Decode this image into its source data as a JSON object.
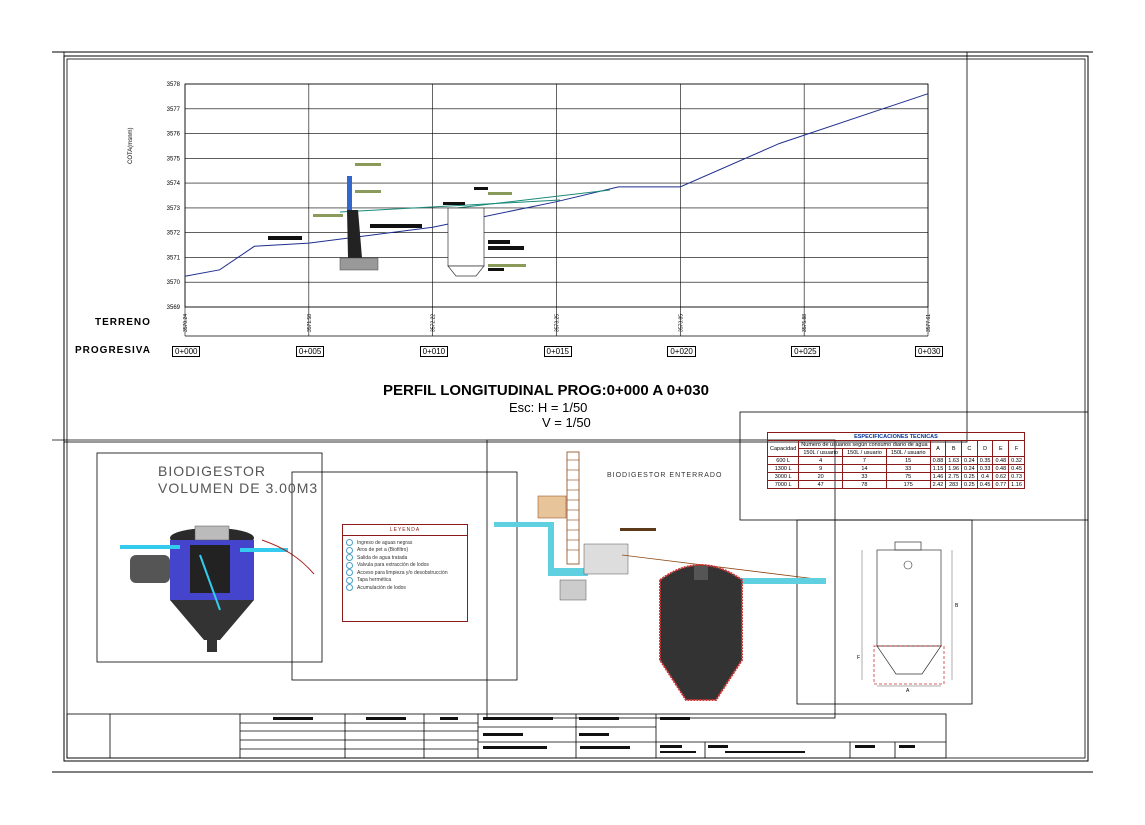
{
  "chart_data": {
    "type": "line",
    "title": "PERFIL LONGITUDINAL PROG:0+000 A 0+030",
    "scale_h": "Esc:  H = 1/50",
    "scale_v": "V = 1/50",
    "ylabel": "COTA(msnm)",
    "ylim": [
      3569,
      3578
    ],
    "y_ticks": [
      "3569",
      "3570",
      "3571",
      "3572",
      "3573",
      "3574",
      "3575",
      "3576",
      "3577",
      "3578"
    ],
    "row_labels": {
      "terreno": "TERRENO",
      "progresiva": "PROGRESIVA"
    },
    "progresivas": [
      "0+000",
      "0+005",
      "0+010",
      "0+015",
      "0+020",
      "0+025",
      "0+030"
    ],
    "terreno_values": [
      "3570.24",
      "3571.58",
      "3572.22",
      "3573.25",
      "3573.85",
      "3575.88",
      "3577.61"
    ],
    "series": [
      {
        "x": [
          0,
          1.4,
          2.8,
          5,
          10,
          15,
          17.5,
          20,
          24,
          30
        ],
        "y": [
          3570.24,
          3570.5,
          3571.45,
          3571.58,
          3572.22,
          3573.25,
          3573.85,
          3573.85,
          3575.6,
          3577.61
        ]
      }
    ],
    "grid": true
  },
  "biodigestor": {
    "title_line1": "BIODIGESTOR",
    "title_line2": "VOLUMEN DE 3.00M3"
  },
  "legend": {
    "header": "LEYENDA",
    "items": [
      "Ingreso de aguas negras",
      "Aros de pet a (Biofiltro)",
      "Salida de agua tratada",
      "Valvula para extracción de lodos",
      "Acceso para limpieza y/o desobstrucción",
      "Tapa hermética",
      "Acumulación de lodos"
    ]
  },
  "enterrado_label": "BIODIGESTOR ENTERRADO",
  "specs": {
    "header": "ESPECIFICACIONES TECNICAS",
    "col_capacidad": "Capacidad",
    "col_usuarios": "Numero de usuarios según consumo diario de agua",
    "sub_cols": [
      "150L / usuario",
      "150L / usuario",
      "150L / usuario"
    ],
    "letters": [
      "A",
      "B",
      "C",
      "D",
      "E",
      "F"
    ],
    "rows": [
      [
        "600 L",
        "4",
        "7",
        "15",
        "0.88",
        "1.63",
        "0.24",
        "0.35",
        "0.48",
        "0.32"
      ],
      [
        "1300 L",
        "9",
        "14",
        "33",
        "1.15",
        "1.96",
        "0.24",
        "0.33",
        "0.48",
        "0.45"
      ],
      [
        "3000 L",
        "20",
        "33",
        "75",
        "1.46",
        "2.75",
        "0.25",
        "0.4",
        "0.62",
        "0.73"
      ],
      [
        "7000 L",
        "47",
        "78",
        "175",
        "2.42",
        "283",
        "0.25",
        "0.45",
        "0.77",
        "1.16"
      ]
    ]
  },
  "detail_labels": {
    "a": "A",
    "f": "F",
    "b": "B"
  }
}
